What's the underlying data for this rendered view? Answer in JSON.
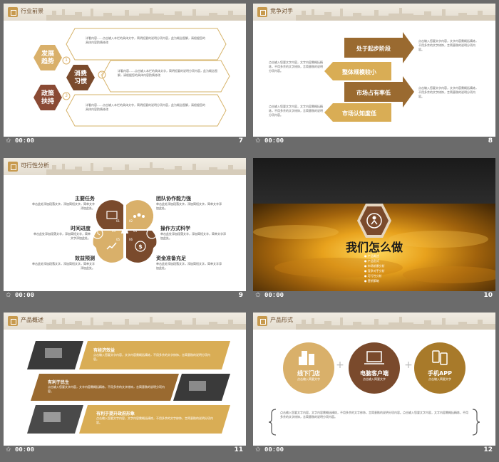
{
  "footer": {
    "star": "✩",
    "time": "00:00"
  },
  "slides": [
    {
      "number": "7",
      "title": "行业前景",
      "hexes": [
        {
          "label": "发展\n趋势",
          "num": "1"
        },
        {
          "label": "消费\n习惯",
          "num": "2"
        },
        {
          "label": "政策\n扶持",
          "num": "3"
        }
      ],
      "texts": [
        "详看内容……点击输入本栏的具体文字，简明扼要的说明分项内容，此为概念图解，请根据您的具体内容酌情修改",
        "详看内容……点击输入本栏的具体文字，简明扼要的说明分项内容，此为概念图解，请根据您的具体内容酌情修改",
        "详看内容……点击输入本栏的具体文字，简明扼要的说明分项内容，此为概念图解，请根据您的具体内容酌情修改"
      ]
    },
    {
      "number": "8",
      "title": "竞争对手",
      "arrows": [
        "处于起步阶段",
        "整体规模较小",
        "市场占有率低",
        "市场认知度低"
      ],
      "left_text": "点击输入您要文字内容，文字内容需概括精炼，不用多余的文字修饰，言简意赅的说明分项内容。",
      "right_text": "点击输入您要文字内容，文字内容需概括精炼，不用多余的文字修饰，言简意赅的说明分项内容。"
    },
    {
      "number": "9",
      "title": "可行性分析",
      "items_left": [
        {
          "heading": "主要任务",
          "body": "单击此处添加段落文字，添加简短文字，简单文字添加此处。"
        },
        {
          "heading": "时间进度",
          "body": "单击此处添加段落文字，添加简短文字，简单文字添加此处。"
        },
        {
          "heading": "效益预测",
          "body": "单击此处添加段落文字，添加简短文字，简单文字添加此处。"
        }
      ],
      "items_right": [
        {
          "heading": "团队协作能力强",
          "body": "单击此处添加段落文字，添加简短文字，简单文字添加此处。"
        },
        {
          "heading": "操作方式科学",
          "body": "单击此处添加段落文字，添加简短文字，简单文字添加此处。"
        },
        {
          "heading": "资金准备充足",
          "body": "单击此处添加段落文字，添加简短文字，简单文字添加此处。"
        }
      ],
      "petal_nums": [
        "01",
        "02",
        "03",
        "04",
        "05",
        "06"
      ]
    },
    {
      "number": "10",
      "title": "我们怎么做",
      "bullets": [
        "产品概述",
        "产品形式",
        "市场前景分析",
        "竞争对手分析",
        "可行性分析",
        "营销策略"
      ]
    },
    {
      "number": "11",
      "title": "产品概述",
      "bands": [
        {
          "heading": "有经济效益",
          "body": "点击输入您要文字内容，文字内容需概括精炼，不用多余的文字修饰，言简意赅的说明分项内容。"
        },
        {
          "heading": "有利于民生",
          "body": "点击输入您要文字内容，文字内容需概括精炼，不用多余的文字修饰，言简意赅的说明分项内容。"
        },
        {
          "heading": "有利于提升政府形象",
          "body": "点击输入您要文字内容，文字内容需概括精炼，不用多余的文字修饰，言简意赅的说明分项内容。"
        }
      ]
    },
    {
      "number": "12",
      "title": "产品形式",
      "circles": [
        {
          "label": "线下门店",
          "sub": "点击输入简要文字"
        },
        {
          "label": "电脑客户端",
          "sub": "点击输入简要文字"
        },
        {
          "label": "手机APP",
          "sub": "点击输入简要文字"
        }
      ],
      "plus": "+",
      "body": "点击输入您要文字内容，文字内容需概括精炼，不用多余的文字修饰，言简意赅的说明分项内容。点击输入您要文字内容，文字内容需概括精炼，不用多余的文字修饰，言简意赅的说明分项内容。"
    }
  ]
}
